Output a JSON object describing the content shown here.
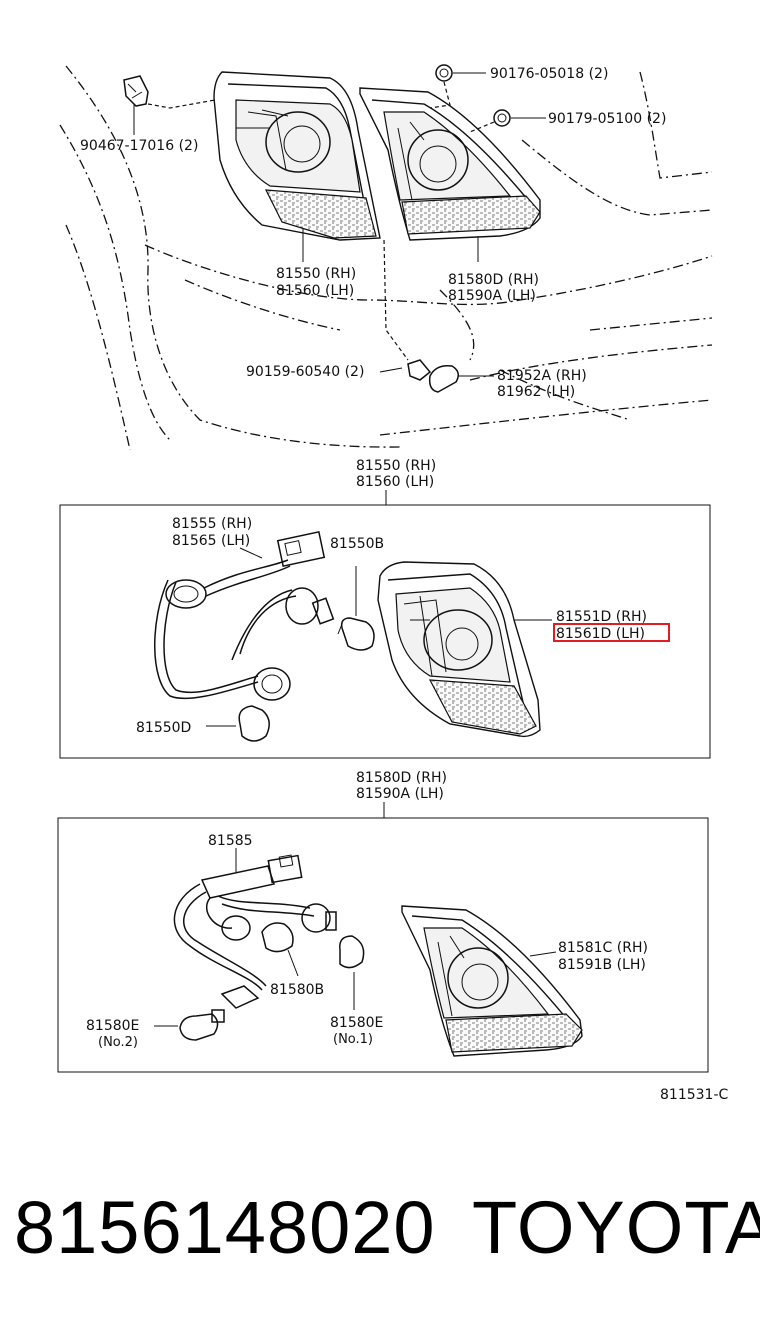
{
  "labels": {
    "clip_90467": "90467-17016 (2)",
    "clip_90176": "90176-05018 (2)",
    "clip_90179": "90179-05100 (2)",
    "lamp_outer_rh": "81550 (RH)",
    "lamp_outer_lh": "81560 (LH)",
    "lamp_inner_rh": "81580D (RH)",
    "lamp_inner_lh": "81590A (LH)",
    "screw_90159": "90159-60540 (2)",
    "cover_rh": "81952A (RH)",
    "cover_lh": "81962  (LH)",
    "box1_title_rh": "81550 (RH)",
    "box1_title_lh": "81560 (LH)",
    "socket_rh": "81555 (RH)",
    "socket_lh": "81565 (LH)",
    "bulb_81550b": "81550B",
    "lens_rh": "81551D (RH)",
    "lens_lh": "81561D (LH)",
    "bulb_81550d": "81550D",
    "box2_title_rh": "81580D (RH)",
    "box2_title_lh": "81590A (LH)",
    "harness_81585": "81585",
    "inner_lens_rh": "81581C (RH)",
    "inner_lens_lh": "81591B (LH)",
    "bulb_81580b": "81580B",
    "bulb_81580e_a": "81580E",
    "bulb_81580e_a_no": "(No.2)",
    "bulb_81580e_b": "81580E",
    "bulb_81580e_b_no": "(No.1)",
    "figure_code": "811531-C"
  },
  "highlight_color": "#e31b23",
  "footer": {
    "part_number": "8156148020",
    "brand": "TOYOTA"
  }
}
